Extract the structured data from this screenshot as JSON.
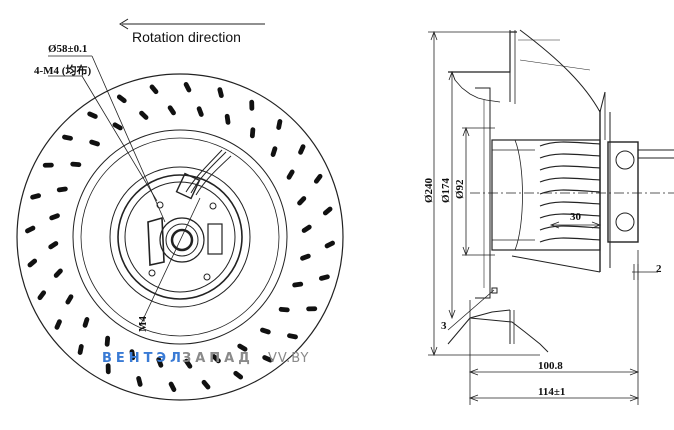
{
  "header": {
    "rotation_label": "Rotation direction"
  },
  "front_view": {
    "bolt_circle_label": "Ø58±0.1",
    "screws_label": "4-M4 (均布)",
    "thread_label": "M4"
  },
  "side_view": {
    "dia_outer": "Ø240",
    "dia_mid": "Ø174",
    "dia_inner": "Ø92",
    "dim_30": "30",
    "dim_2": "2",
    "dim_3": "3",
    "dim_100": "100.8",
    "dim_114": "114±1"
  },
  "watermark": {
    "brand_blue": "ВЕНТЭЛ",
    "brand_gray": "ЗАПАД",
    "domain": "VV.BY",
    "color_blue": "#3a7bd5",
    "color_gray": "#8a8a8a"
  }
}
